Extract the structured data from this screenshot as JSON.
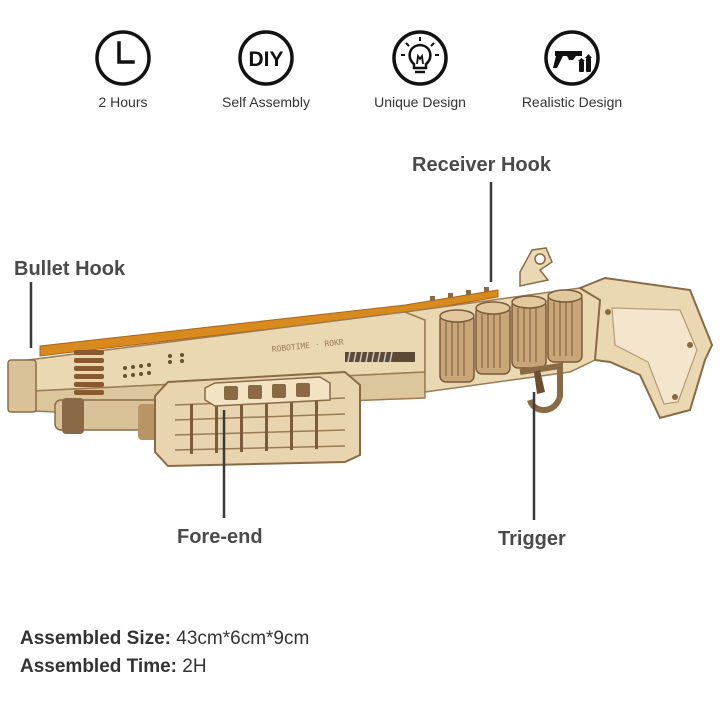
{
  "features": [
    {
      "icon": "clock-icon",
      "label": "2 Hours"
    },
    {
      "icon": "diy-icon",
      "label": "Self Assembly",
      "badge": "DIY"
    },
    {
      "icon": "lightbulb-icon",
      "label": "Unique Design"
    },
    {
      "icon": "revolver-icon",
      "label": "Realistic Design"
    }
  ],
  "callouts": {
    "receiver_hook": "Receiver Hook",
    "bullet_hook": "Bullet Hook",
    "fore_end": "Fore-end",
    "trigger": "Trigger"
  },
  "engraving": "ROBOTIME · ROKR",
  "specs": {
    "size_label": "Assembled Size:",
    "size_value": "43cm*6cm*9cm",
    "time_label": "Assembled Time:",
    "time_value": "2H"
  },
  "colors": {
    "wood_light": "#e8d5b0",
    "wood_dark": "#8a6a45",
    "band": "#d98a1c",
    "callout_line": "#3a3a3a"
  }
}
